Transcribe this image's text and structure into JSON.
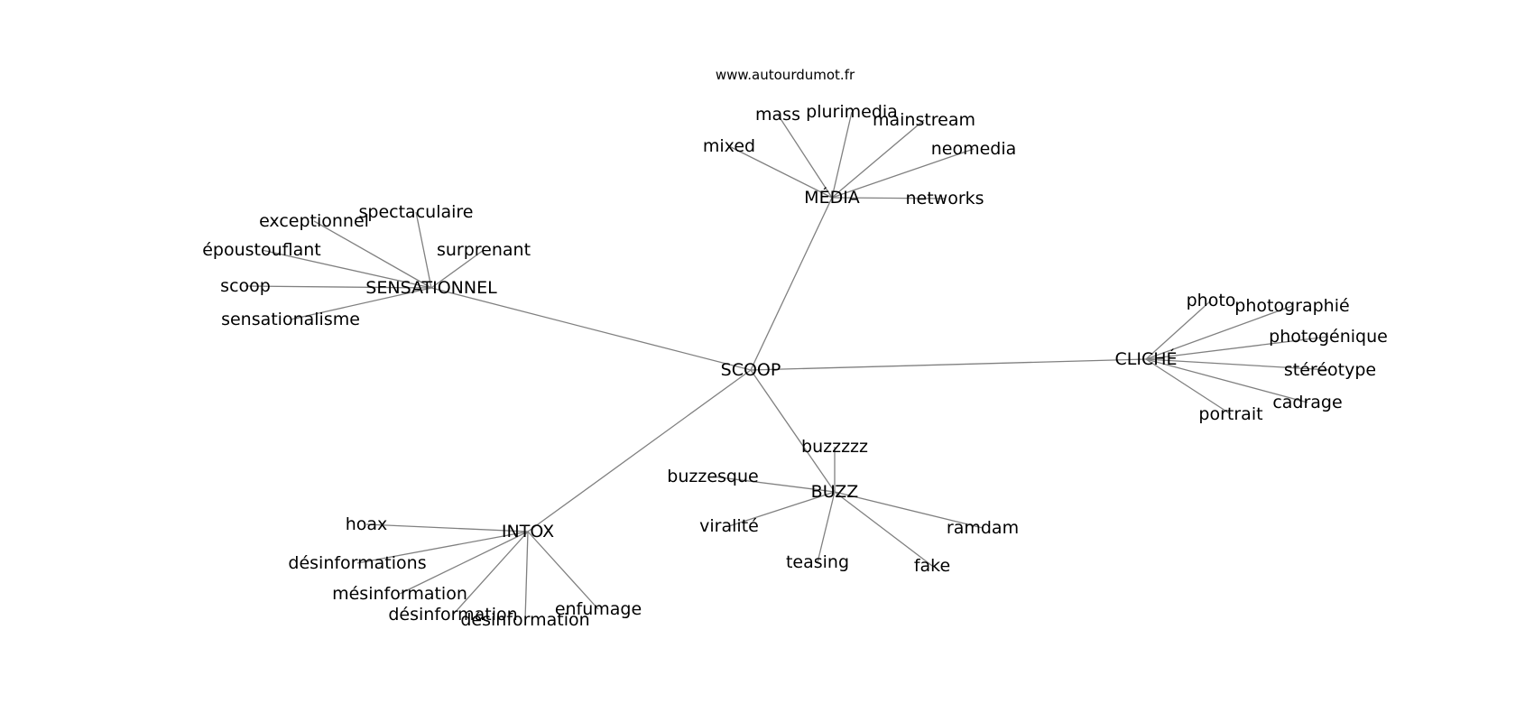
{
  "watermark": "www.autourdumot.fr",
  "graph": {
    "root": "SCOOP",
    "groups": [
      {
        "hub": "MÉDIA",
        "words": [
          "mass",
          "plurimedia",
          "mainstream",
          "mixed",
          "neomedia",
          "networks"
        ]
      },
      {
        "hub": "SENSATIONNEL",
        "words": [
          "exceptionnel",
          "spectaculaire",
          "époustouflant",
          "surprenant",
          "scoop",
          "sensationalisme"
        ]
      },
      {
        "hub": "CLICHÉ",
        "words": [
          "photo",
          "photographié",
          "photogénique",
          "stéréotype",
          "cadrage",
          "portrait"
        ]
      },
      {
        "hub": "BUZZ",
        "words": [
          "buzzzzz",
          "buzzesque",
          "viralité",
          "teasing",
          "fake",
          "ramdam"
        ]
      },
      {
        "hub": "INTOX",
        "words": [
          "hoax",
          "désinformations",
          "mésinformation",
          "désinformation",
          "désinformation",
          "enfumage"
        ]
      }
    ]
  }
}
